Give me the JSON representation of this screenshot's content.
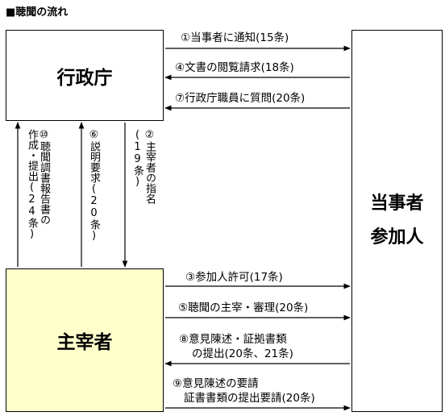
{
  "title": "■聴聞の流れ",
  "boxes": {
    "gyosei": "行政庁",
    "shusai": "主宰者",
    "sanka_line1": "当事者",
    "sanka_line2": "参加人"
  },
  "arrows_top": {
    "a1": "①当事者に通知(15条)",
    "a4": "④文書の閲覧請求(18条)",
    "a7": "⑦行政庁職員に質問(20条)"
  },
  "arrows_bottom": {
    "a3": "③参加人許可(17条)",
    "a5": "⑤聴聞の主宰・審理(20条)",
    "a8_line1": "⑧意見陳述・証拠書類",
    "a8_line2": "の提出(20条、21条)",
    "a9_line1": "⑨意見陳述の要請",
    "a9_line2": "証書書類の提出要請(20条)"
  },
  "arrows_vertical": {
    "a10_col1": "⑩聴聞調書報告書の",
    "a10_col2": "作成・提出(24条)",
    "a6_col1": "⑥説明要求(20条)",
    "a2_col1": "②主宰者の指名",
    "a2_col2": "(19条)"
  }
}
